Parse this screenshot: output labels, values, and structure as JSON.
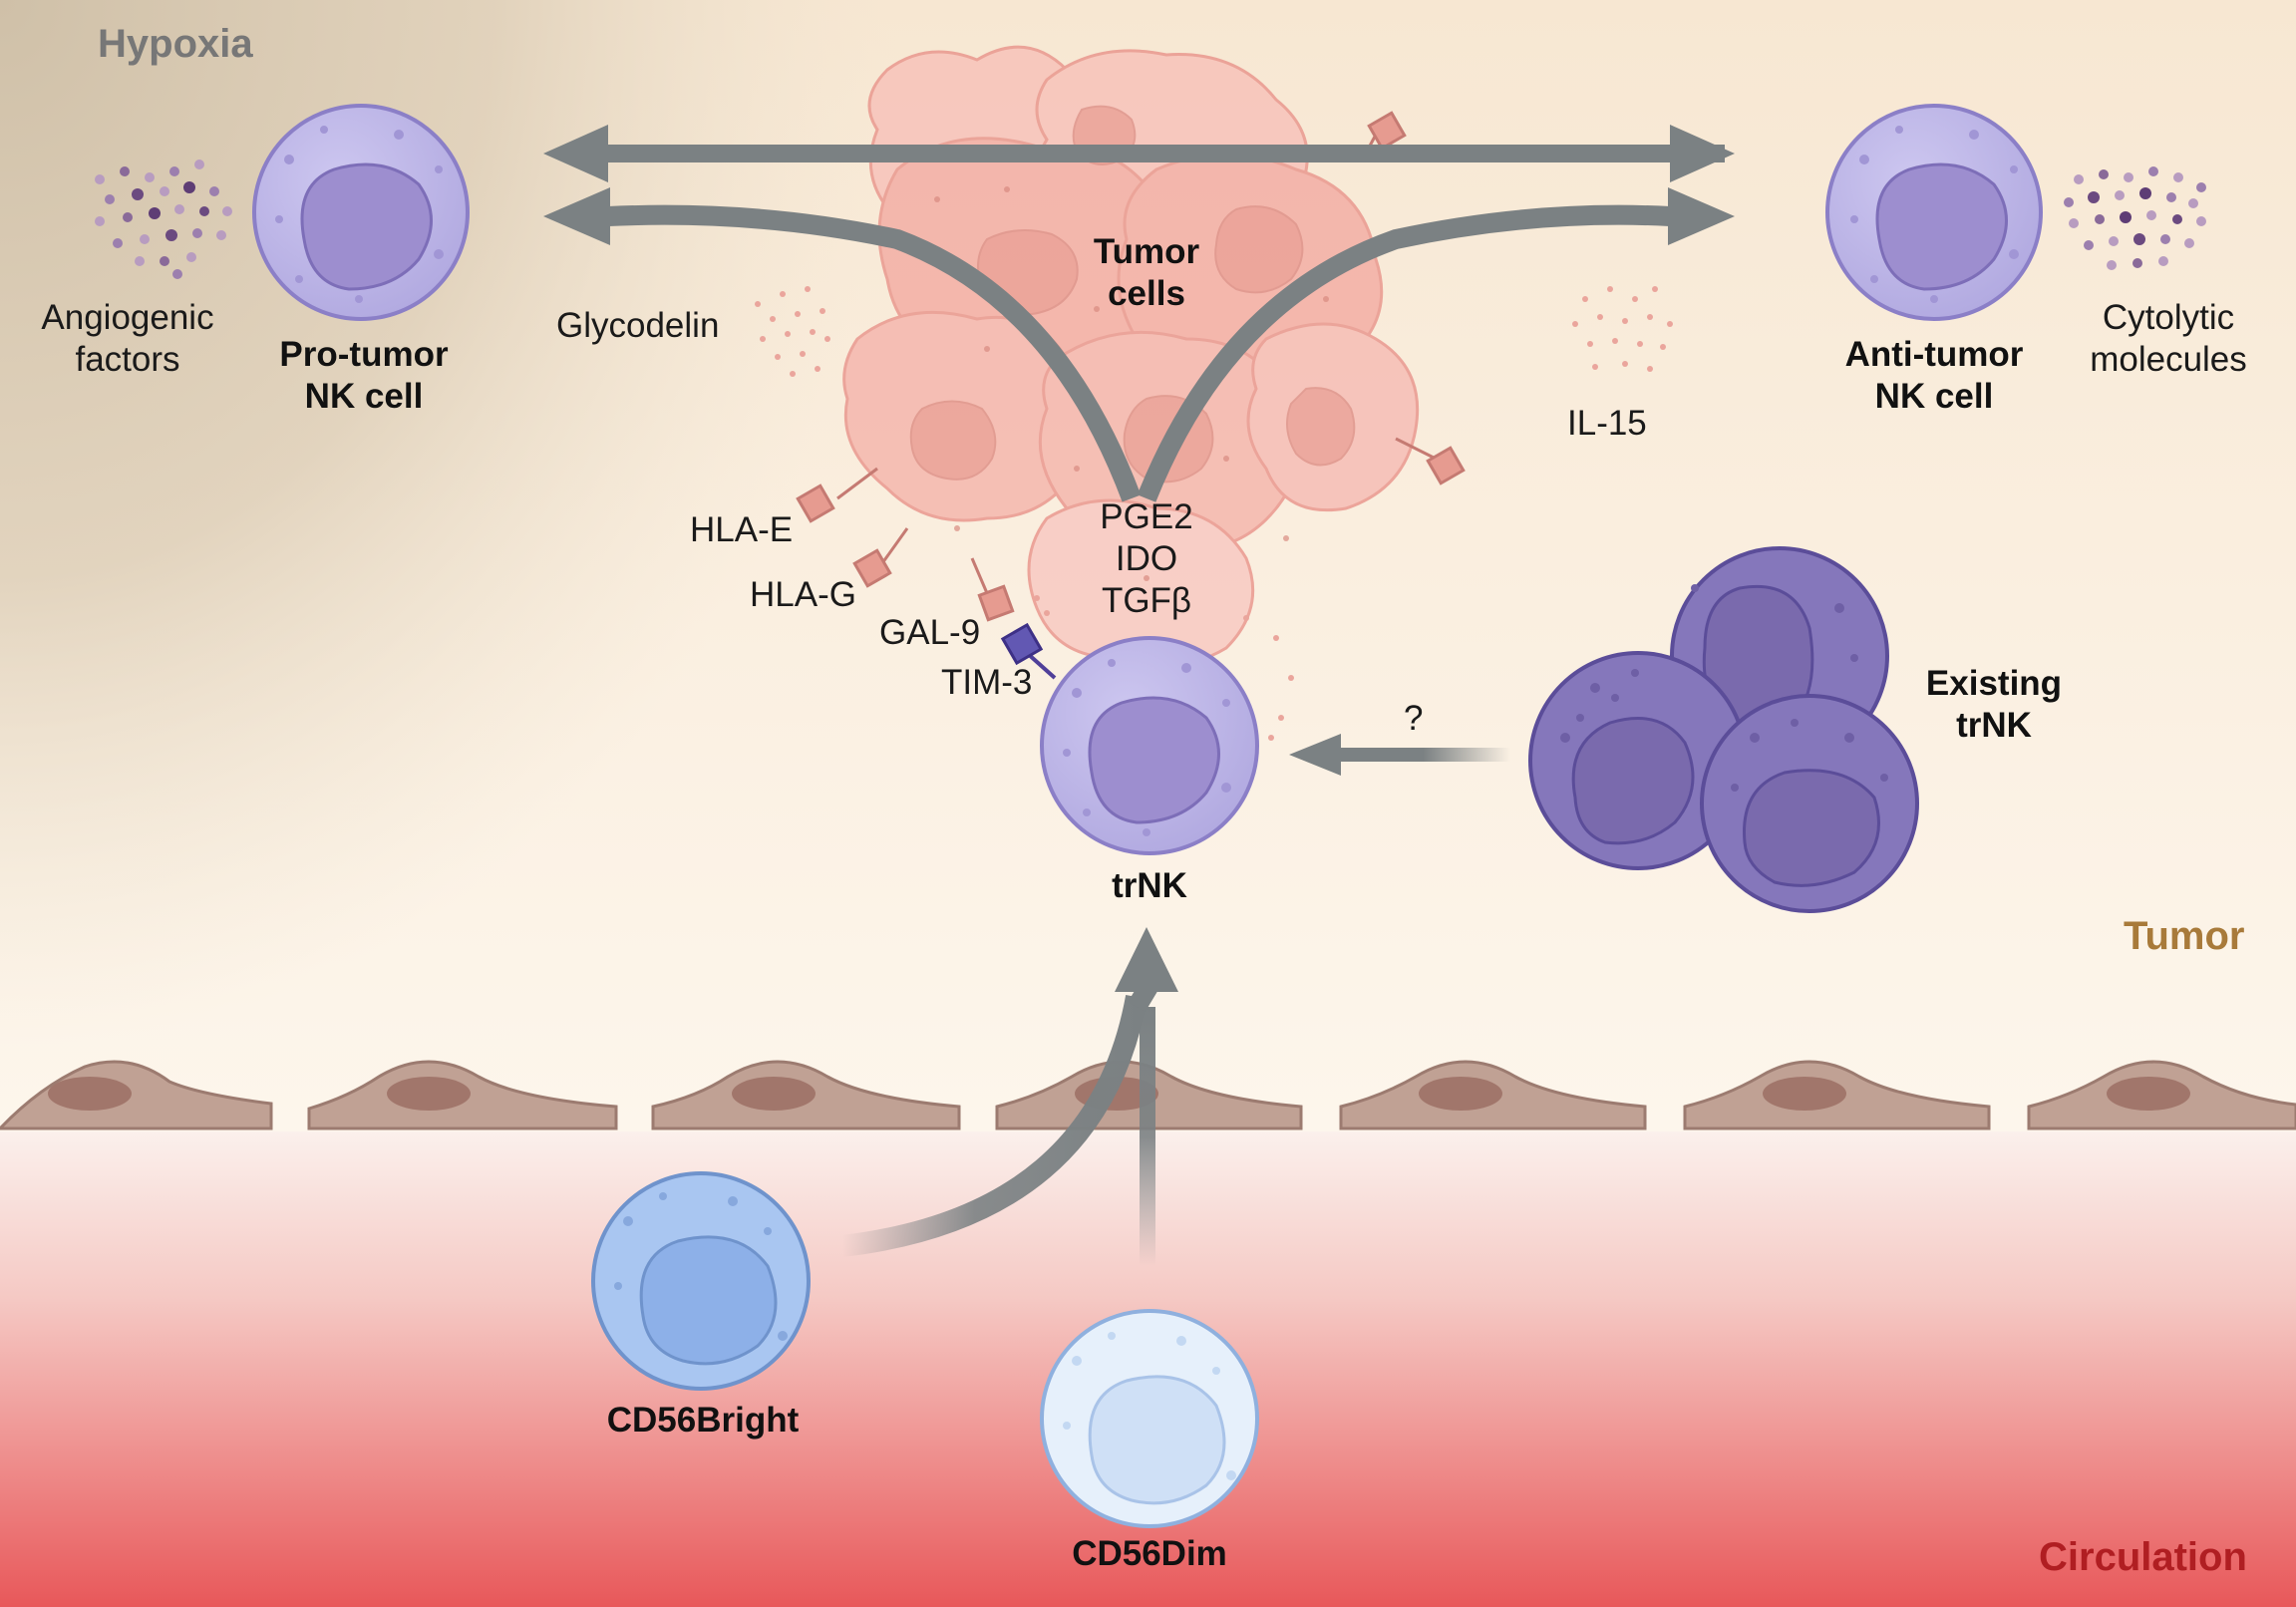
{
  "regions": {
    "hypoxia": "Hypoxia",
    "tumor": "Tumor",
    "circulation": "Circulation"
  },
  "cells": {
    "tumor_cells": [
      "Tumor",
      "cells"
    ],
    "pro_tumor": [
      "Pro-tumor",
      "NK cell"
    ],
    "anti_tumor": [
      "Anti-tumor",
      "NK cell"
    ],
    "trnk": "trNK",
    "existing_trnk": [
      "Existing",
      "trNK"
    ],
    "cd56bright": "CD56Bright",
    "cd56dim": "CD56Dim"
  },
  "factors": {
    "angiogenic": [
      "Angiogenic",
      "factors"
    ],
    "cytolytic": [
      "Cytolytic",
      "molecules"
    ],
    "glycodelin": "Glycodelin",
    "il15": "IL-15",
    "soluble": [
      "PGE2",
      "IDO",
      "TGFβ"
    ]
  },
  "receptors": {
    "hla_e": "HLA-E",
    "hla_g": "HLA-G",
    "gal9": "GAL-9",
    "tim3": "TIM-3"
  },
  "unknown_marker": "?",
  "colors": {
    "hypoxia_text": "#777777",
    "tumor_text": "#a87a3a",
    "circulation_text": "#b01e22",
    "arrow": "#7b8183",
    "nk_membrane": "#b9b2e6",
    "nk_nucleus": "#9c8ccd",
    "existing_trnk": "#7e70b4",
    "cd56bright": "#8fb4ea",
    "cd56dim": "#dae8f8",
    "tumor_cell": "#f2b0a8",
    "endothelium": "#c0a194"
  }
}
